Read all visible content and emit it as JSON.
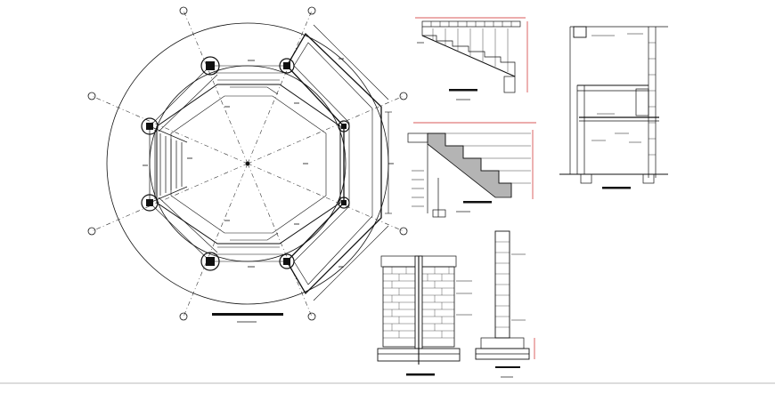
{
  "drawing": {
    "background": "#ffffff",
    "ink": "#111111",
    "accent_dim": "#cc2222",
    "grid_dash": "#333333"
  },
  "views": [
    {
      "id": "octagon-plan",
      "kind": "floor-plan",
      "title": ""
    },
    {
      "id": "stair-elevation",
      "kind": "section",
      "title": ""
    },
    {
      "id": "stair-section",
      "kind": "section",
      "title": ""
    },
    {
      "id": "wall-section",
      "kind": "section",
      "title": ""
    },
    {
      "id": "brick-wall-elevation",
      "kind": "elevation",
      "title": ""
    },
    {
      "id": "column-detail",
      "kind": "detail",
      "title": ""
    }
  ],
  "legend": []
}
